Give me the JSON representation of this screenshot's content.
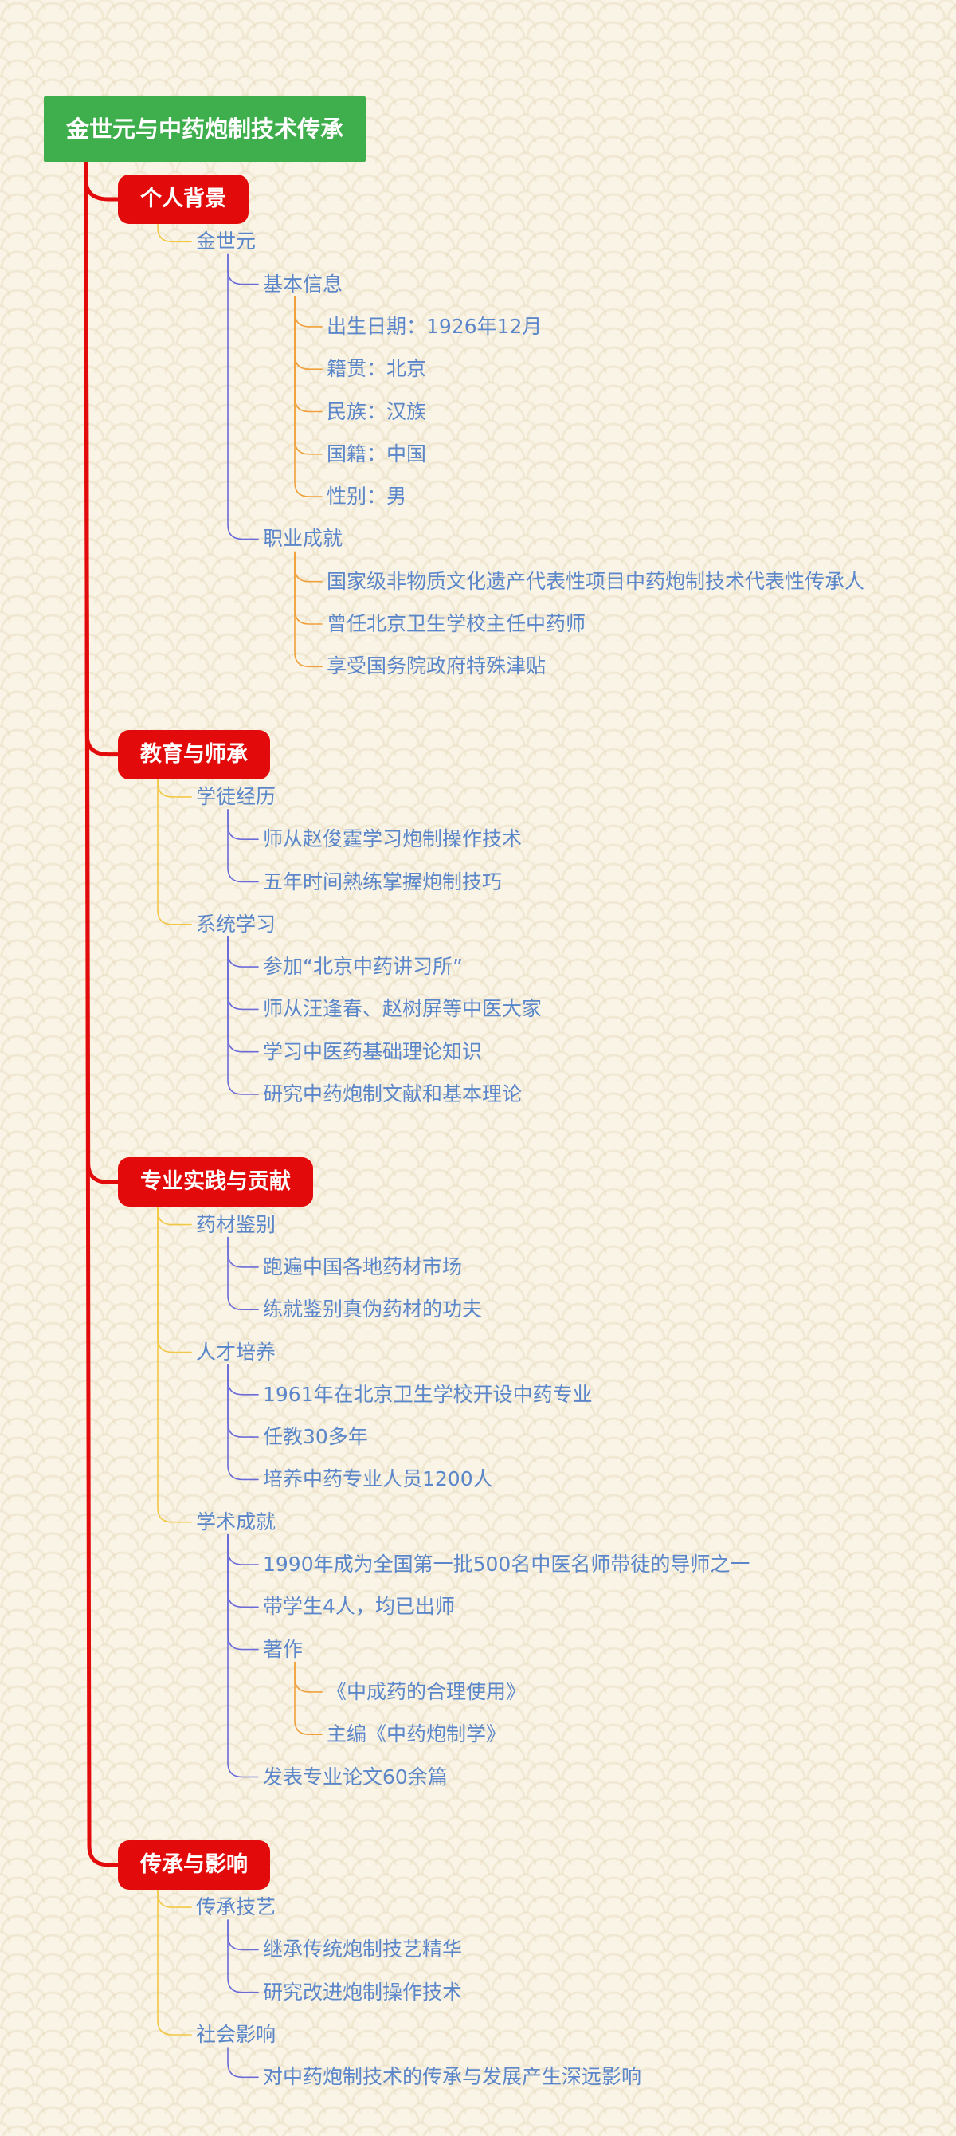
{
  "title": "金世元与中药炮制技术传承",
  "colors": {
    "root": "#3fae4c",
    "branch": "#e20a0a",
    "text": "#5b86c9",
    "line_yellow": "#f2c744",
    "line_blue": "#6b6bd8",
    "line_orange": "#f0a03a"
  },
  "sections": [
    {
      "label": "个人背景",
      "children": [
        {
          "label": "金世元",
          "children": [
            {
              "label": "基本信息",
              "children": [
                {
                  "label": "出生日期：1926年12月"
                },
                {
                  "label": "籍贯：北京"
                },
                {
                  "label": "民族：汉族"
                },
                {
                  "label": "国籍：中国"
                },
                {
                  "label": "性别：男"
                }
              ]
            },
            {
              "label": "职业成就",
              "children": [
                {
                  "label": "国家级非物质文化遗产代表性项目中药炮制技术代表性传承人"
                },
                {
                  "label": "曾任北京卫生学校主任中药师"
                },
                {
                  "label": "享受国务院政府特殊津贴"
                }
              ]
            }
          ]
        }
      ]
    },
    {
      "label": "教育与师承",
      "children": [
        {
          "label": "学徒经历",
          "children": [
            {
              "label": "师从赵俊霆学习炮制操作技术"
            },
            {
              "label": "五年时间熟练掌握炮制技巧"
            }
          ]
        },
        {
          "label": "系统学习",
          "children": [
            {
              "label": "参加“北京中药讲习所”"
            },
            {
              "label": "师从汪逢春、赵树屏等中医大家"
            },
            {
              "label": "学习中医药基础理论知识"
            },
            {
              "label": "研究中药炮制文献和基本理论"
            }
          ]
        }
      ]
    },
    {
      "label": "专业实践与贡献",
      "children": [
        {
          "label": "药材鉴别",
          "children": [
            {
              "label": "跑遍中国各地药材市场"
            },
            {
              "label": "练就鉴别真伪药材的功夫"
            }
          ]
        },
        {
          "label": "人才培养",
          "children": [
            {
              "label": "1961年在北京卫生学校开设中药专业"
            },
            {
              "label": "任教30多年"
            },
            {
              "label": "培养中药专业人员1200人"
            }
          ]
        },
        {
          "label": "学术成就",
          "children": [
            {
              "label": "1990年成为全国第一批500名中医名师带徒的导师之一"
            },
            {
              "label": "带学生4人，均已出师"
            },
            {
              "label": "著作",
              "children": [
                {
                  "label": "《中成药的合理使用》"
                },
                {
                  "label": "主编《中药炮制学》"
                }
              ]
            },
            {
              "label": "发表专业论文60余篇"
            }
          ]
        }
      ]
    },
    {
      "label": "传承与影响",
      "children": [
        {
          "label": "传承技艺",
          "children": [
            {
              "label": "继承传统炮制技艺精华"
            },
            {
              "label": "研究改进炮制操作技术"
            }
          ]
        },
        {
          "label": "社会影响",
          "children": [
            {
              "label": "对中药炮制技术的传承与发展产生深远影响"
            }
          ]
        }
      ]
    }
  ]
}
